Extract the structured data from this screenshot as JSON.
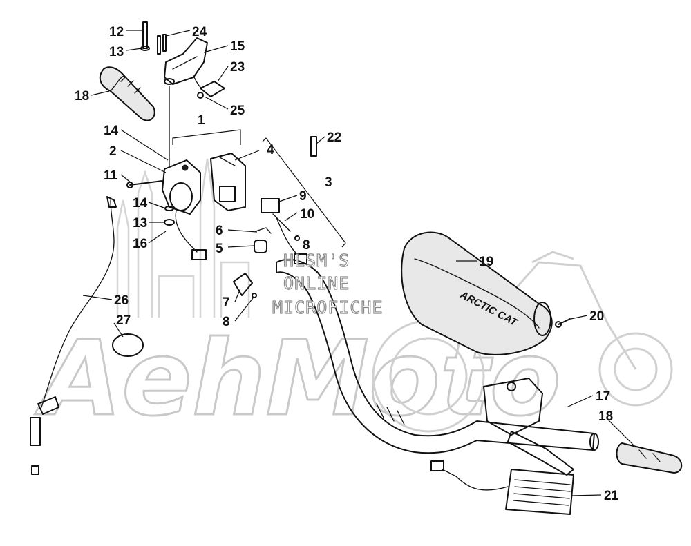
{
  "callouts": [
    {
      "id": "1",
      "label": "1"
    },
    {
      "id": "2",
      "label": "2"
    },
    {
      "id": "3",
      "label": "3"
    },
    {
      "id": "4",
      "label": "4"
    },
    {
      "id": "5",
      "label": "5"
    },
    {
      "id": "6",
      "label": "6"
    },
    {
      "id": "7",
      "label": "7"
    },
    {
      "id": "8a",
      "label": "8"
    },
    {
      "id": "8b",
      "label": "8"
    },
    {
      "id": "9",
      "label": "9"
    },
    {
      "id": "10",
      "label": "10"
    },
    {
      "id": "11",
      "label": "11"
    },
    {
      "id": "12",
      "label": "12"
    },
    {
      "id": "13a",
      "label": "13"
    },
    {
      "id": "13b",
      "label": "13"
    },
    {
      "id": "14a",
      "label": "14"
    },
    {
      "id": "14b",
      "label": "14"
    },
    {
      "id": "15",
      "label": "15"
    },
    {
      "id": "16",
      "label": "16"
    },
    {
      "id": "17",
      "label": "17"
    },
    {
      "id": "18a",
      "label": "18"
    },
    {
      "id": "18b",
      "label": "18"
    },
    {
      "id": "19",
      "label": "19"
    },
    {
      "id": "20",
      "label": "20"
    },
    {
      "id": "21",
      "label": "21"
    },
    {
      "id": "22",
      "label": "22"
    },
    {
      "id": "23",
      "label": "23"
    },
    {
      "id": "24",
      "label": "24"
    },
    {
      "id": "25",
      "label": "25"
    },
    {
      "id": "26",
      "label": "26"
    },
    {
      "id": "27",
      "label": "27"
    }
  ],
  "watermark": {
    "line1": "HLSM'S",
    "line2": "ONLINE",
    "line3": "MICROFICHE",
    "brand": "AehMoto"
  },
  "pad_text": "ARCTIC CAT"
}
